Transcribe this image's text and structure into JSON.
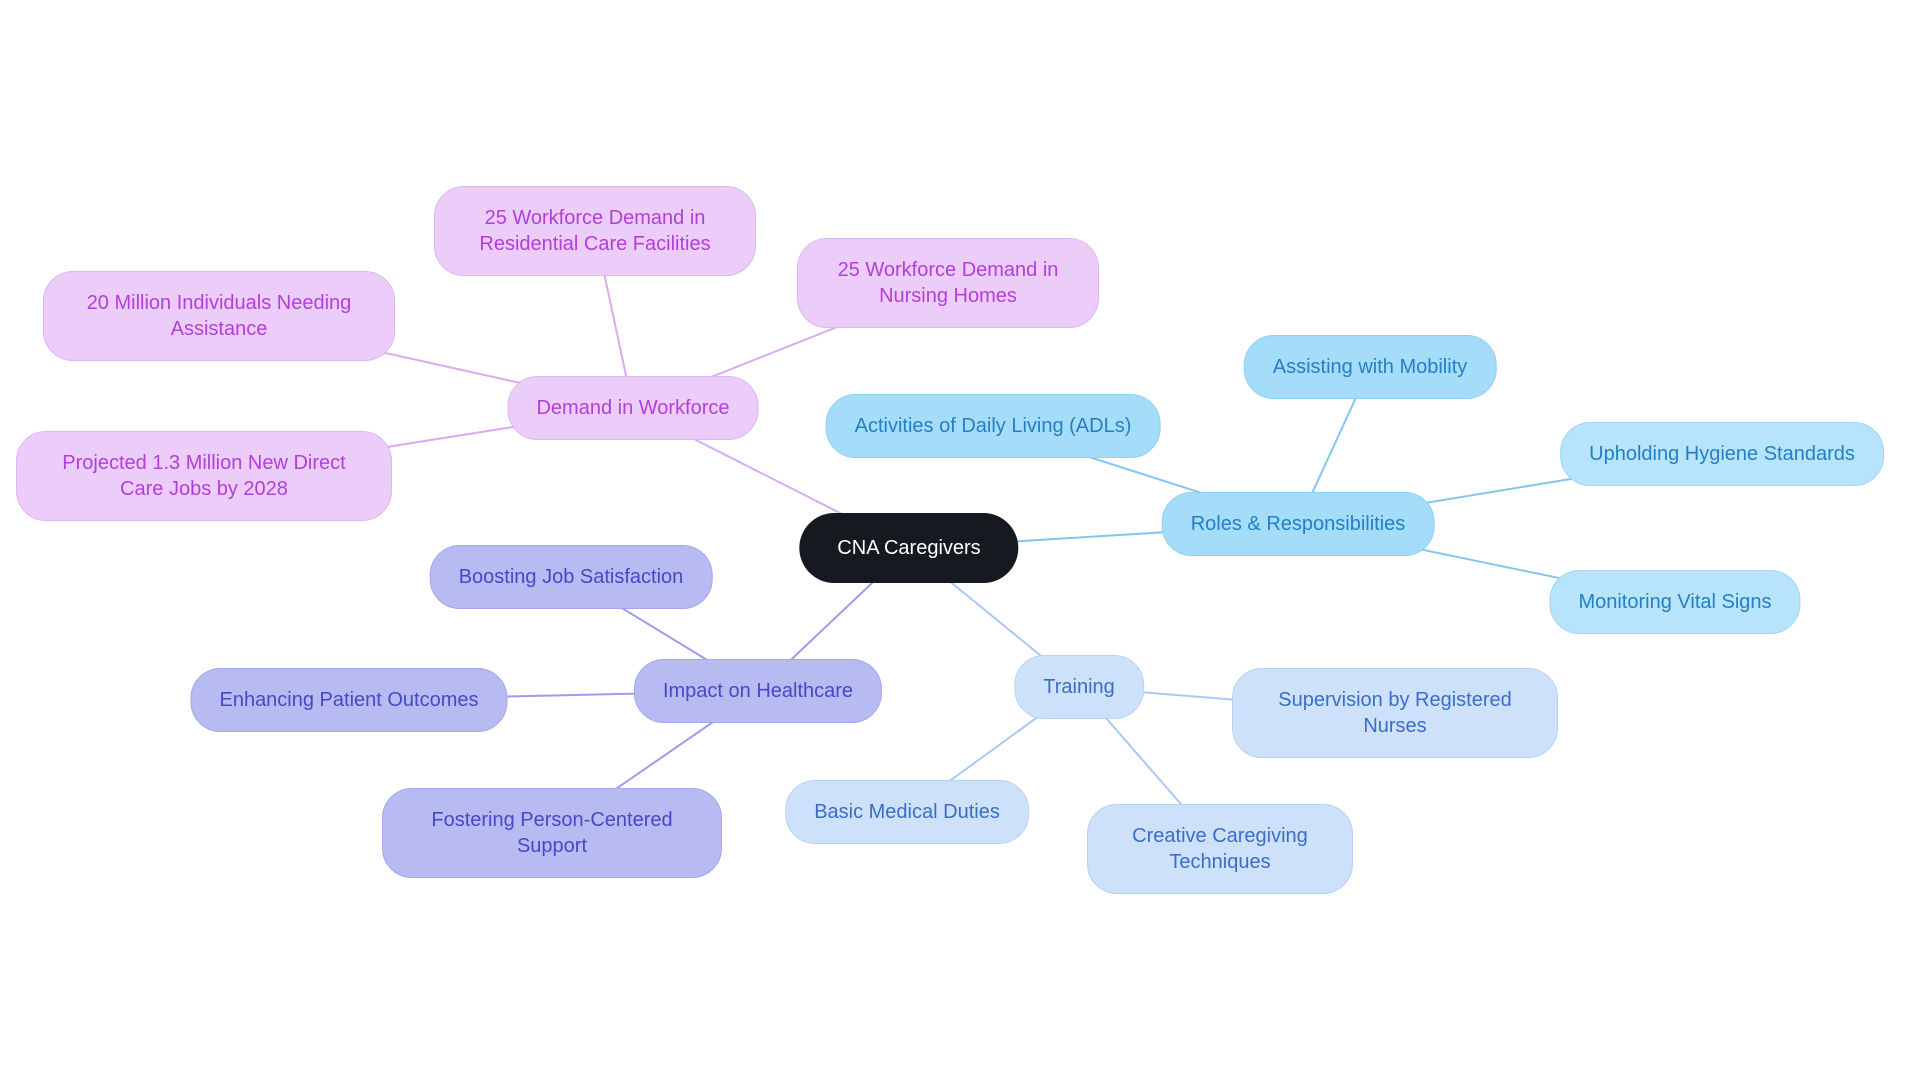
{
  "center": {
    "label": "CNA Caregivers"
  },
  "branches": [
    {
      "label": "Demand in Workforce",
      "children": [
        {
          "label": "25 Workforce Demand in Residential Care Facilities"
        },
        {
          "label": "20 Million Individuals Needing Assistance"
        },
        {
          "label": "25 Workforce Demand in Nursing Homes"
        },
        {
          "label": "Projected 1.3 Million New Direct Care Jobs by 2028"
        }
      ]
    },
    {
      "label": "Roles & Responsibilities",
      "children": [
        {
          "label": "Assisting with Mobility"
        },
        {
          "label": "Activities of Daily Living (ADLs)"
        },
        {
          "label": "Upholding Hygiene Standards"
        },
        {
          "label": "Monitoring Vital Signs"
        }
      ]
    },
    {
      "label": "Impact on Healthcare",
      "children": [
        {
          "label": "Boosting Job Satisfaction"
        },
        {
          "label": "Enhancing Patient Outcomes"
        },
        {
          "label": "Fostering Person-Centered Support"
        }
      ]
    },
    {
      "label": "Training",
      "children": [
        {
          "label": "Supervision by Registered Nurses"
        },
        {
          "label": "Basic Medical Duties"
        },
        {
          "label": "Creative Caregiving Techniques"
        }
      ]
    }
  ],
  "palette": {
    "center_bg": "#16191f",
    "center_text": "#ffffff",
    "demand_bg": "#ecccf8",
    "demand_text": "#b23fd8",
    "demand_edge": "#d9abf0",
    "roles_bg": "#a5dcfa",
    "roles_light_bg": "#b7e3fb",
    "roles_text": "#2380c4",
    "roles_edge": "#85c6ef",
    "impact_bg": "#b8baf2",
    "impact_text": "#4549c5",
    "impact_edge": "#9a9dea",
    "training_bg": "#cee1fa",
    "training_text": "#3a6ec5",
    "training_edge": "#a9c9f2"
  }
}
